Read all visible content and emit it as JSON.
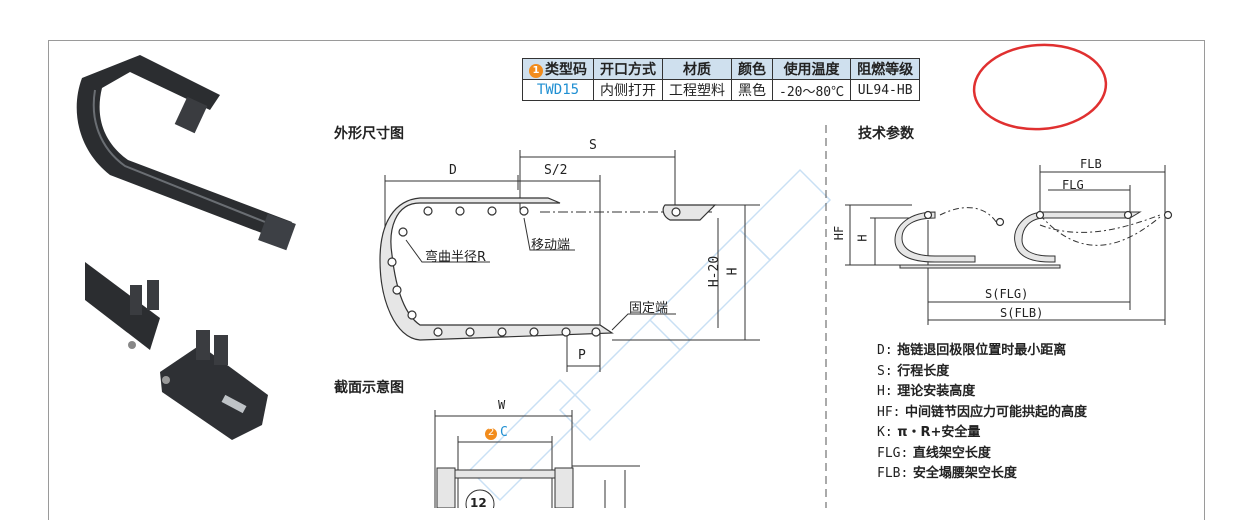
{
  "table": {
    "badge": "1",
    "headers": [
      "类型码",
      "开口方式",
      "材质",
      "颜色",
      "使用温度",
      "阻燃等级"
    ],
    "row": [
      "TWD15",
      "内侧打开",
      "工程塑料",
      "黑色",
      "-20～80℃",
      "UL94-HB"
    ]
  },
  "sections": {
    "outline": "外形尺寸图",
    "tech": "技术参数",
    "crosssection": "截面示意图"
  },
  "outline_labels": {
    "S": "S",
    "D": "D",
    "S2": "S/2",
    "H20": "H-20",
    "H": "H",
    "P": "P",
    "bend_radius": "弯曲半径R",
    "moving_end": "移动端",
    "fixed_end": "固定端"
  },
  "tech_labels": {
    "FLB": "FLB",
    "FLG": "FLG",
    "HF": "HF",
    "H": "H",
    "SFLG": "S(FLG)",
    "SFLB": "S(FLB)"
  },
  "legend": [
    {
      "key": "D:",
      "text": "拖链退回极限位置时最小距离"
    },
    {
      "key": "S:",
      "text": "行程长度"
    },
    {
      "key": "H:",
      "text": "理论安装高度"
    },
    {
      "key": "HF:",
      "text": "中间链节因应力可能拱起的高度"
    },
    {
      "key": "K:",
      "text": "π・R+安全量"
    },
    {
      "key": "FLG:",
      "text": "直线架空长度"
    },
    {
      "key": "FLB:",
      "text": "安全塌腰架空长度"
    }
  ],
  "cross": {
    "W": "W",
    "badge": "2",
    "C": "C",
    "twelve": "12"
  },
  "colors": {
    "header_bg": "#cfe0ee",
    "code_blue": "#1f8fd2",
    "badge_orange": "#f28c1c",
    "highlight_red": "#e03030",
    "watermark": "#9ec8ec"
  }
}
